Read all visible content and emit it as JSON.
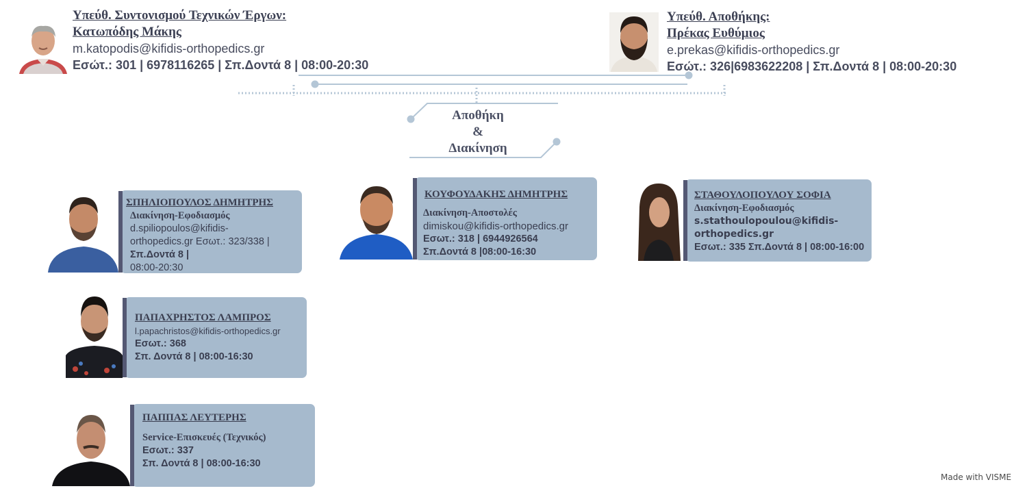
{
  "heads": [
    {
      "title_line1": "Υπεύθ. Συντονισμού Τεχνικών Έργων:",
      "title_line2": "Κατωπόδης Μάκης",
      "email": "m.katopodis@kifidis-orthopedics.gr",
      "info": "Εσώτ.: 301 | 6978116265 | Σπ.Δοντά 8 | 08:00-20:30"
    },
    {
      "title_line1": "Υπεύθ. Αποθήκης:",
      "title_line2": "Πρέκας Ευθύμιος",
      "email": "e.prekas@kifidis-orthopedics.gr",
      "info": "Εσώτ.: 326|6983622208 | Σπ.Δοντά 8 | 08:00-20:30"
    }
  ],
  "department": {
    "line1": "Αποθήκη",
    "line2": "&",
    "line3": "Διακίνηση"
  },
  "staff": [
    {
      "name": "ΣΠΗΛΙΟΠΟΥΛΟΣ ΔΗΜΗΤΡΗΣ",
      "role": "Διακίνηση-Εφοδιασμός",
      "email_line1": "d.spiliopoulos@kifidis-",
      "email_line2": "orthopedics.gr  Εσωτ.: 323/338 |",
      "line3": "Σπ.Δοντά 8 |",
      "line4": "08:00-20:30"
    },
    {
      "name": "ΚΟΥΦΟΥΔΑΚΗΣ ΔΗΜΗΤΡΗΣ",
      "role": "Διακίνηση-Αποστολές",
      "email": "dimiskou@kifidis-orthopedics.gr",
      "line3": "Εσωτ.: 318 | 6944926564",
      "line4": "Σπ.Δοντά 8 |08:00-16:30"
    },
    {
      "name": "ΣΤΑΘΟΥΛΟΠΟΥΛΟΥ ΣΟΦΙΑ",
      "role": "Διακίνηση-Εφοδιασμός",
      "email_line1": "s.stathoulopoulou@kifidis-",
      "email_line2": "orthopedics.gr",
      "line3": "Εσωτ.: 335 Σπ.Δοντά 8 | 08:00-16:00"
    },
    {
      "name": "ΠΑΠΑΧΡΗΣΤΟΣ ΛΑΜΠΡΟΣ",
      "email": "l.papachristos@kifidis-orthopedics.gr",
      "line2": "Εσωτ.: 368",
      "line3": "Σπ. Δοντά 8 | 08:00-16:30"
    },
    {
      "name": "ΠΑΠΠΑΣ ΛΕΥΤΕΡΗΣ",
      "role": "Service-Επισκευές (Τεχνικός)",
      "line2": "Εσωτ.: 337",
      "line3": "Σπ. Δοντά 8 | 08:00-16:30"
    }
  ],
  "credit": "Made with VISME",
  "colors": {
    "card_bg": "#a6bacd",
    "card_bar": "#545873",
    "connector": "#b4c6d6",
    "text": "#3d4154"
  },
  "icons": [
    "person-photo",
    "connector-lines"
  ]
}
